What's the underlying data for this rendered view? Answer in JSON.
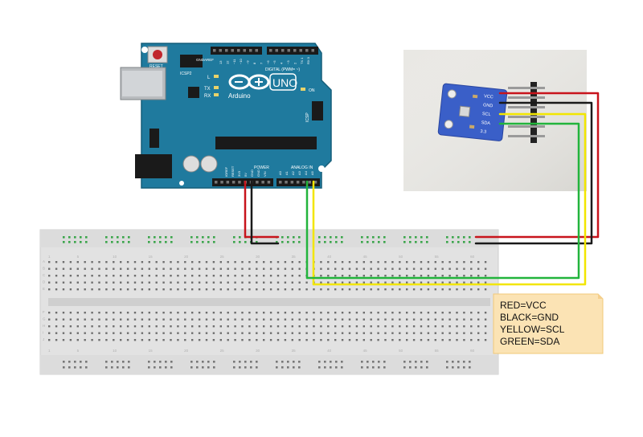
{
  "arduino": {
    "brand": "Arduino",
    "model": "UNO",
    "reset_label": "RESET",
    "icsp2_label": "ICSP2",
    "icsp_label": "ICSP",
    "led_l": "L",
    "led_tx": "TX",
    "led_rx": "RX",
    "on_label": "ON",
    "digital_label": "DIGITAL (PWM= ~)",
    "analog_label": "ANALOG IN",
    "power_label": "POWER",
    "aref_label": "AREF",
    "gnd_label": "GND",
    "top_pin_labels": [
      "13",
      "12",
      "~11",
      "~10",
      "~9",
      "8",
      "7",
      "~6",
      "~5",
      "4",
      "~3",
      "2",
      "TX 1",
      "RX 0"
    ],
    "power_pin_labels": [
      "IOREF",
      "RESET",
      "3V3",
      "5V",
      "GND",
      "GND",
      "VIN"
    ],
    "analog_pin_labels": [
      "A0",
      "A1",
      "A2",
      "A3",
      "A4",
      "A5"
    ]
  },
  "sensor": {
    "pins": [
      "VCC",
      "GND",
      "SCL",
      "SDA",
      "3.3"
    ]
  },
  "breadboard": {
    "column_numbers": [
      "1",
      "5",
      "10",
      "15",
      "20",
      "25",
      "30",
      "35",
      "40",
      "45",
      "50",
      "55",
      "60"
    ],
    "row_letters": [
      "A",
      "B",
      "C",
      "D",
      "E",
      "F",
      "G",
      "H",
      "I",
      "J"
    ]
  },
  "wires": [
    {
      "name": "red",
      "color": "#c8141c"
    },
    {
      "name": "black",
      "color": "#1a1a1a"
    },
    {
      "name": "yellow",
      "color": "#f2e600"
    },
    {
      "name": "green",
      "color": "#22b43c"
    }
  ],
  "legend": {
    "lines": [
      "RED=VCC",
      "BLACK=GND",
      "YELLOW=SCL",
      "GREEN=SDA"
    ]
  }
}
